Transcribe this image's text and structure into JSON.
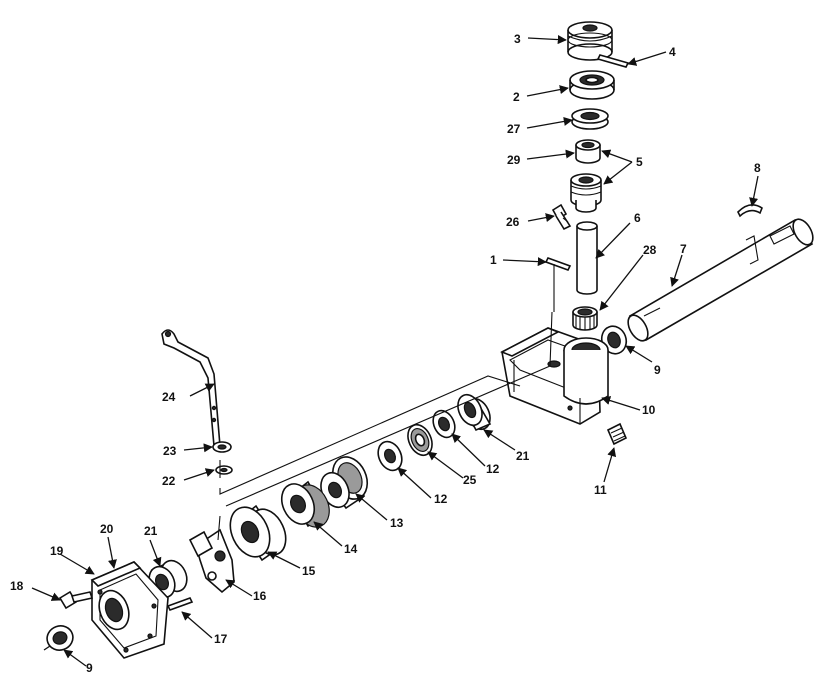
{
  "diagram": {
    "callouts": [
      {
        "id": "c3",
        "text": "3"
      },
      {
        "id": "c4",
        "text": "4"
      },
      {
        "id": "c2",
        "text": "2"
      },
      {
        "id": "c27",
        "text": "27"
      },
      {
        "id": "c29",
        "text": "29"
      },
      {
        "id": "c5",
        "text": "5"
      },
      {
        "id": "c8",
        "text": "8"
      },
      {
        "id": "c26",
        "text": "26"
      },
      {
        "id": "c6",
        "text": "6"
      },
      {
        "id": "c1",
        "text": "1"
      },
      {
        "id": "c28",
        "text": "28"
      },
      {
        "id": "c7",
        "text": "7"
      },
      {
        "id": "c9a",
        "text": "9"
      },
      {
        "id": "c24",
        "text": "24"
      },
      {
        "id": "c10",
        "text": "10"
      },
      {
        "id": "c21a",
        "text": "21"
      },
      {
        "id": "c12a",
        "text": "12"
      },
      {
        "id": "c23",
        "text": "23"
      },
      {
        "id": "c25",
        "text": "25"
      },
      {
        "id": "c22",
        "text": "22"
      },
      {
        "id": "c11",
        "text": "11"
      },
      {
        "id": "c12b",
        "text": "12"
      },
      {
        "id": "c13",
        "text": "13"
      },
      {
        "id": "c14",
        "text": "14"
      },
      {
        "id": "c20",
        "text": "20"
      },
      {
        "id": "c21b",
        "text": "21"
      },
      {
        "id": "c19",
        "text": "19"
      },
      {
        "id": "c15",
        "text": "15"
      },
      {
        "id": "c18",
        "text": "18"
      },
      {
        "id": "c16",
        "text": "16"
      },
      {
        "id": "c17",
        "text": "17"
      },
      {
        "id": "c9b",
        "text": "9"
      }
    ]
  }
}
